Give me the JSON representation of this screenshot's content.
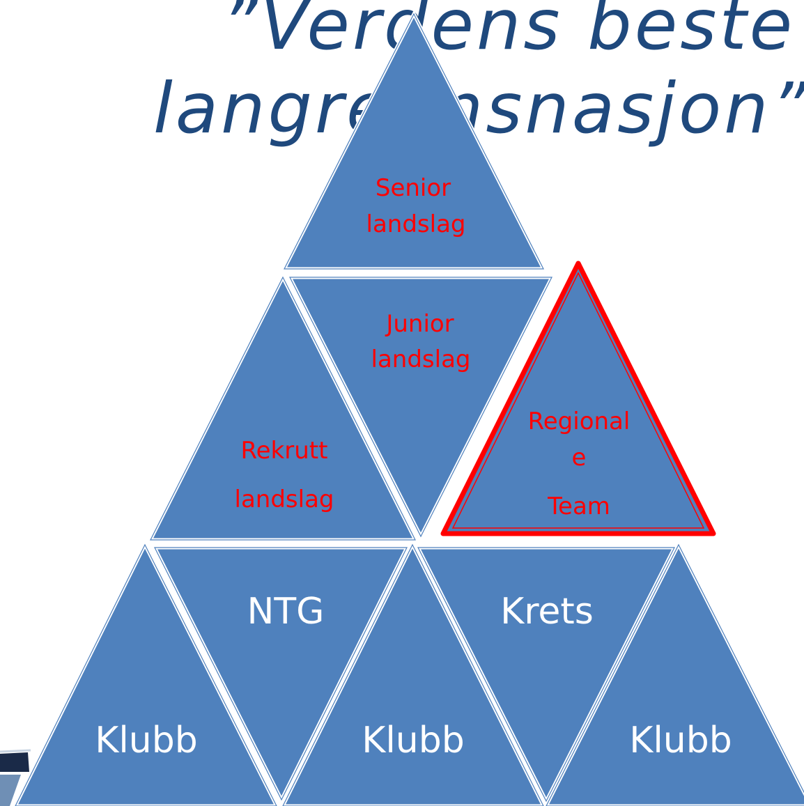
{
  "title": {
    "line1": "”Verdens beste",
    "line2": "langrennsnasjon”"
  },
  "colors": {
    "triangle_fill": "#4f81bd",
    "triangle_edge": "#ffffff",
    "red_label": "#ff0000",
    "white_label": "#ffffff",
    "highlight_border": "#ff0000",
    "title": "#1f497d"
  },
  "pyramid": {
    "top": {
      "senior": [
        "Senior",
        "landslag"
      ]
    },
    "middle": {
      "rekrutt": [
        "Rekrutt",
        "landslag"
      ],
      "junior": [
        "Junior",
        "landslag"
      ],
      "regionale": [
        "Regional",
        "e",
        "Team"
      ]
    },
    "bottom": {
      "klubb_1": "Klubb",
      "ntg": "NTG",
      "klubb_2": "Klubb",
      "krets": "Krets",
      "klubb_3": "Klubb"
    }
  }
}
